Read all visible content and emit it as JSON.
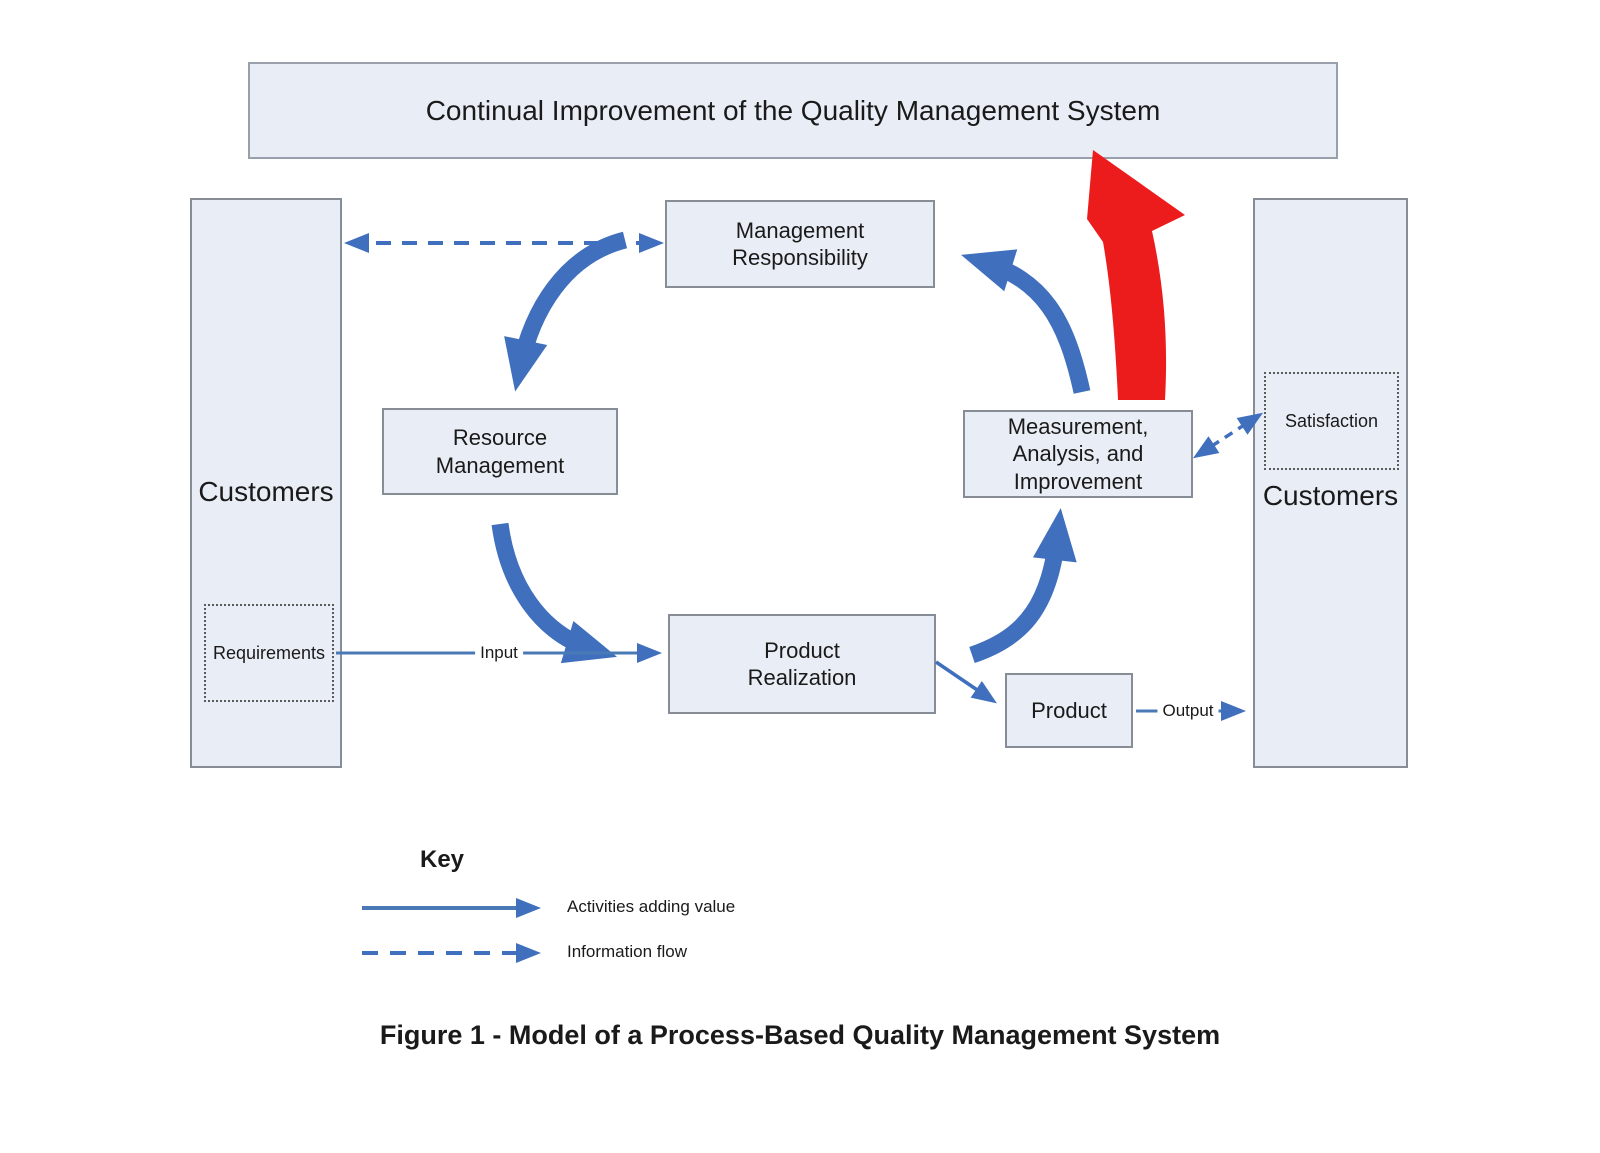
{
  "banner": {
    "label": "Continual Improvement of the Quality Management System"
  },
  "boxes": {
    "management": {
      "label": "Management\nResponsibility"
    },
    "resource": {
      "label": "Resource\nManagement"
    },
    "measurement": {
      "label": "Measurement,\nAnalysis, and\nImprovement"
    },
    "realization": {
      "label": "Product\nRealization"
    },
    "product": {
      "label": "Product"
    }
  },
  "customers_left": {
    "label": "Customers",
    "requirements": "Requirements"
  },
  "customers_right": {
    "label": "Customers",
    "satisfaction": "Satisfaction"
  },
  "flow": {
    "input": "Input",
    "output": "Output"
  },
  "key": {
    "title": "Key",
    "solid_label": "Activities adding value",
    "dashed_label": "Information flow"
  },
  "caption": "Figure 1 - Model of a Process-Based Quality Management System",
  "colors": {
    "box_fill": "#e9edf6",
    "box_border": "#868d97",
    "arrow_blue": "#3f6fbd",
    "arrow_red": "#ed1c1c",
    "text": "#1a1a1a"
  }
}
